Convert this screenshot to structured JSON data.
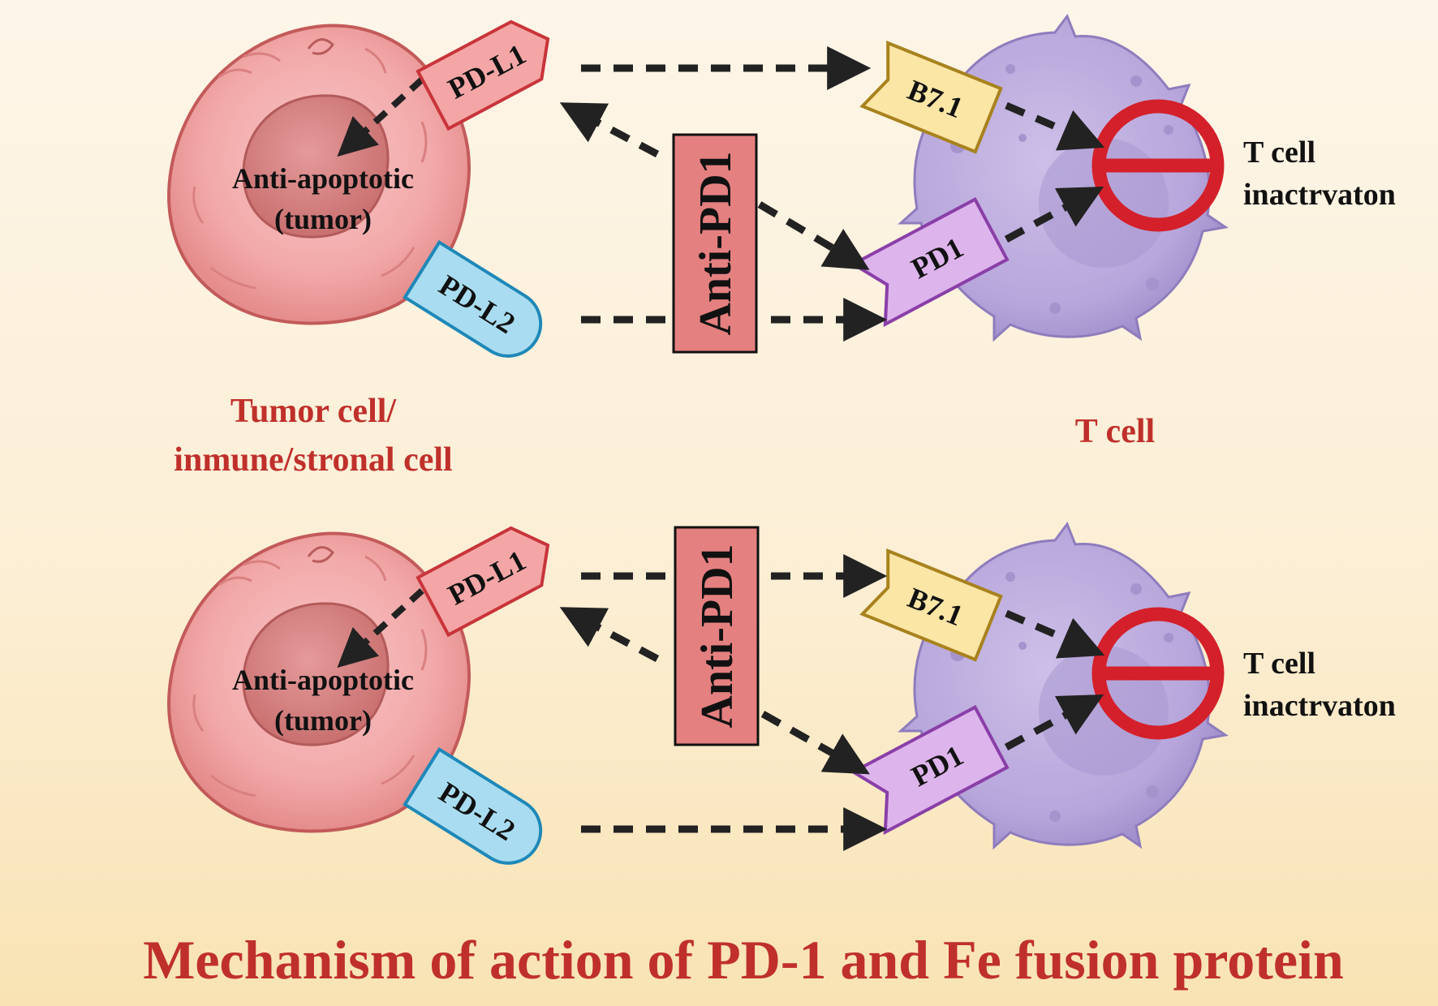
{
  "title": "Mechanism of action of PD-1 and Fe fusion protein",
  "labels": {
    "pd_l1": "PD-L1",
    "pd_l2": "PD-L2",
    "b7_1": "B7.1",
    "pd1": "PD1",
    "anti_pd1": "Anti-PD1",
    "anti_apoptotic_line1": "Anti-apoptotic",
    "anti_apoptotic_line2": "(tumor)",
    "t_cell_inactivation_line1": "T cell",
    "t_cell_inactivation_line2": "inactrvaton",
    "tumor_cell_caption_line1": "Tumor cell/",
    "tumor_cell_caption_line2": "inmune/stronal cell",
    "t_cell_caption": "T cell"
  },
  "colors": {
    "caption_red": "#c0302b",
    "pd_l1_fill": "#f4a6a6",
    "pd_l1_stroke": "#c8343a",
    "pd_l2_fill": "#a9dcf0",
    "pd_l2_stroke": "#1e88b8",
    "b7_fill": "#fbe6a6",
    "b7_stroke": "#a8821e",
    "pd1_fill": "#deb4ec",
    "pd1_stroke": "#8a3fa8",
    "anti_pd1_fill": "#e58080",
    "inhibit_red": "#d4202a",
    "tumor_cell": "#f2a9a9",
    "t_cell": "#b8a8dc"
  },
  "icons": [
    "tumor-cell-icon",
    "t-cell-icon",
    "inhibition-icon",
    "dashed-arrow-icon"
  ]
}
